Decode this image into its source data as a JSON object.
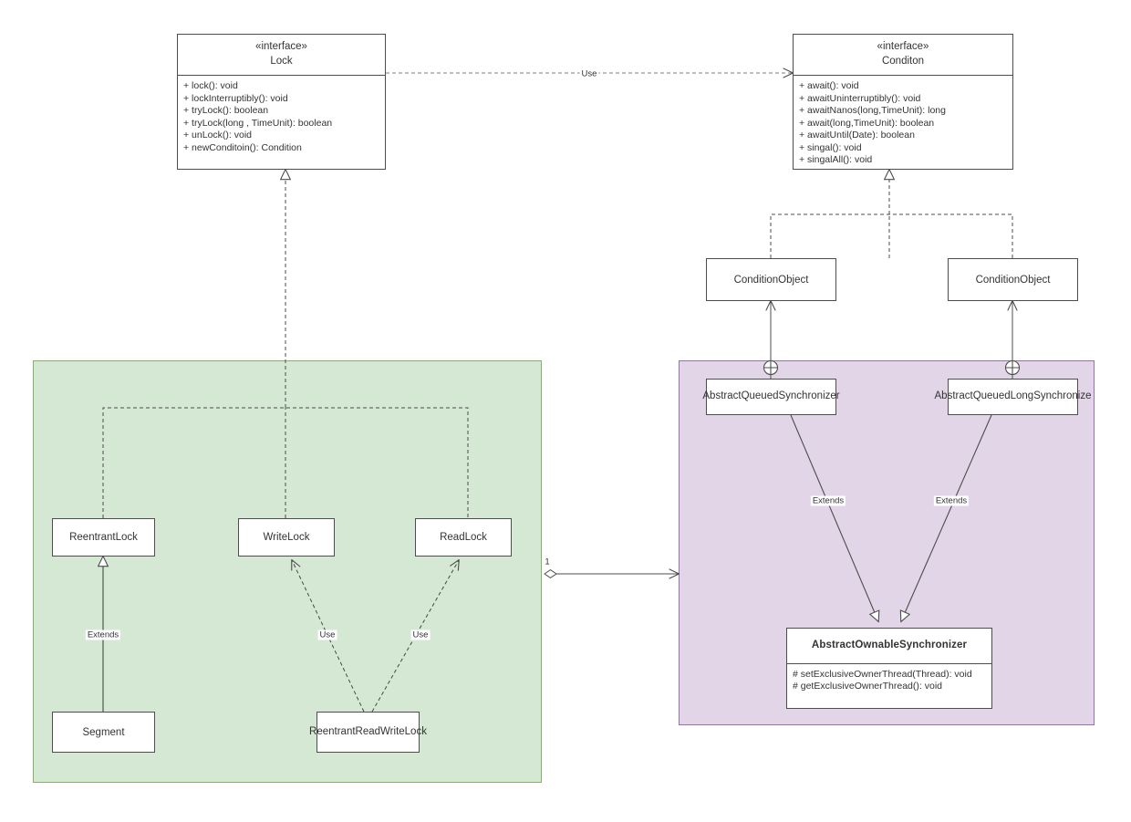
{
  "diagram": {
    "title": "Java Lock / AbstractQueuedSynchronizer class diagram",
    "colors": {
      "green_fill": "#d5e8d4",
      "green_stroke": "#82b366",
      "purple_fill": "#e1d5e7",
      "purple_stroke": "#9673a6",
      "box_stroke": "#4d4d4d",
      "text": "#333333",
      "background": "#ffffff"
    }
  },
  "classes": {
    "lock": {
      "stereotype": "«interface»",
      "name": "Lock",
      "members": [
        "+ lock(): void",
        "+ lockInterruptibly(): void",
        "+ tryLock(): boolean",
        "+ tryLock(long , TimeUnit): boolean",
        "+ unLock(): void",
        "+ newConditoin(): Condition"
      ]
    },
    "condition": {
      "stereotype": "«interface»",
      "name": "Conditon",
      "members": [
        "+ await():  void",
        "+ awaitUninterruptibly(): void",
        "+ awaitNanos(long,TimeUnit): long",
        "+ await(long,TimeUnit): boolean",
        "+ awaitUntil(Date): boolean",
        "+ singal(): void",
        "+ singalAll(): void"
      ]
    },
    "condition_object_left": {
      "name": "ConditionObject"
    },
    "condition_object_right": {
      "name": "ConditionObject"
    },
    "aqs": {
      "name": "AbstractQueuedSynchronizer"
    },
    "aqls": {
      "name": "AbstractQueuedLongSynchronize"
    },
    "aos": {
      "name": "AbstractOwnableSynchronizer",
      "members": [
        "# setExclusiveOwnerThread(Thread): void",
        "# getExclusiveOwnerThread(): void"
      ]
    },
    "reentrant_lock": {
      "name": "ReentrantLock"
    },
    "write_lock": {
      "name": "WriteLock"
    },
    "read_lock": {
      "name": "ReadLock"
    },
    "segment": {
      "name": "Segment"
    },
    "reentrant_read_write_lock": {
      "name": "ReentrantReadWriteLock"
    }
  },
  "edge_labels": {
    "lock_uses_condition": "Use",
    "segment_extends_reentrantlock": "Extends",
    "rrwl_uses_writelock": "Use",
    "rrwl_uses_readlock": "Use",
    "aqs_extends_aos": "Extends",
    "aqls_extends_aos": "Extends",
    "aggregation_multiplicity": "1"
  }
}
